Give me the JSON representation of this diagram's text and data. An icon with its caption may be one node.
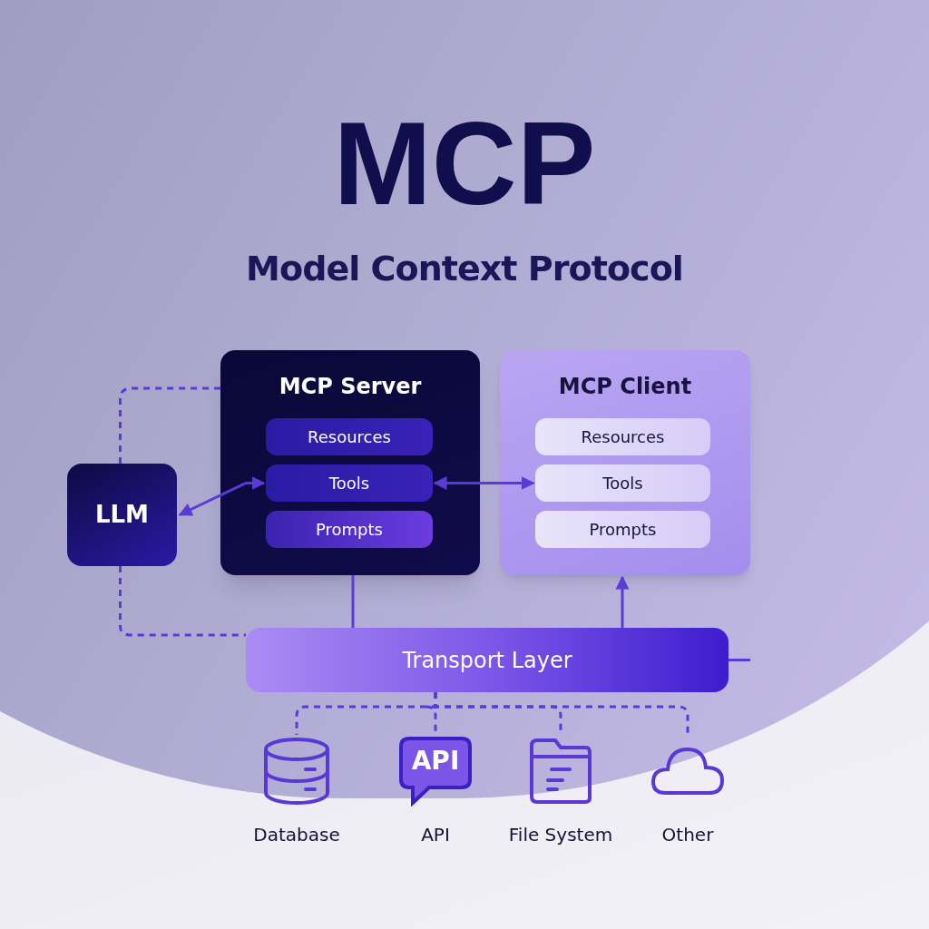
{
  "diagram": {
    "title": "MCP",
    "caption": "Model Context Protocol",
    "nodes": [
      {
        "text": [
          "MCP Server"
        ]
      },
      {
        "text": [
          "Resources"
        ],
        "in": 0
      },
      {
        "text": [
          "Tools"
        ],
        "in": 0
      },
      {
        "text": [
          "Prompts"
        ],
        "in": 0
      },
      {
        "text": [
          "MCP Client"
        ]
      },
      {
        "text": [
          "Resources"
        ],
        "in": 4
      },
      {
        "text": [
          "Tools"
        ],
        "in": 4
      },
      {
        "text": [
          "Prompts"
        ],
        "in": 4
      },
      {
        "text": [
          "LLM"
        ]
      },
      {
        "text": [
          "Transport Layer"
        ]
      },
      {
        "text": [
          "Database"
        ]
      },
      {
        "text": [
          "API",
          "API"
        ]
      },
      {
        "text": [
          "File System"
        ]
      },
      {
        "text": [
          "Other"
        ]
      }
    ],
    "edges": [
      {
        "from": 8,
        "to": 2,
        "arrow": "both"
      },
      {
        "from": 2,
        "to": 6,
        "arrow": "both"
      },
      {
        "from": 8,
        "to": 0,
        "arrow": "none",
        "style": "dashed"
      },
      {
        "from": 8,
        "to": 9,
        "arrow": "none",
        "style": "dashed"
      },
      {
        "from": 0,
        "to": 9,
        "arrow": "none"
      },
      {
        "from": 9,
        "to": 4,
        "arrow": "to"
      },
      {
        "from": 9,
        "to": null,
        "arrow": "none"
      },
      {
        "from": 9,
        "to": 10,
        "arrow": "none",
        "style": "dashed"
      },
      {
        "from": 9,
        "to": 11,
        "arrow": "none",
        "style": "dashed"
      },
      {
        "from": 9,
        "to": 12,
        "arrow": "none",
        "style": "dashed"
      },
      {
        "from": 9,
        "to": 13,
        "arrow": "none",
        "style": "dashed"
      }
    ]
  }
}
